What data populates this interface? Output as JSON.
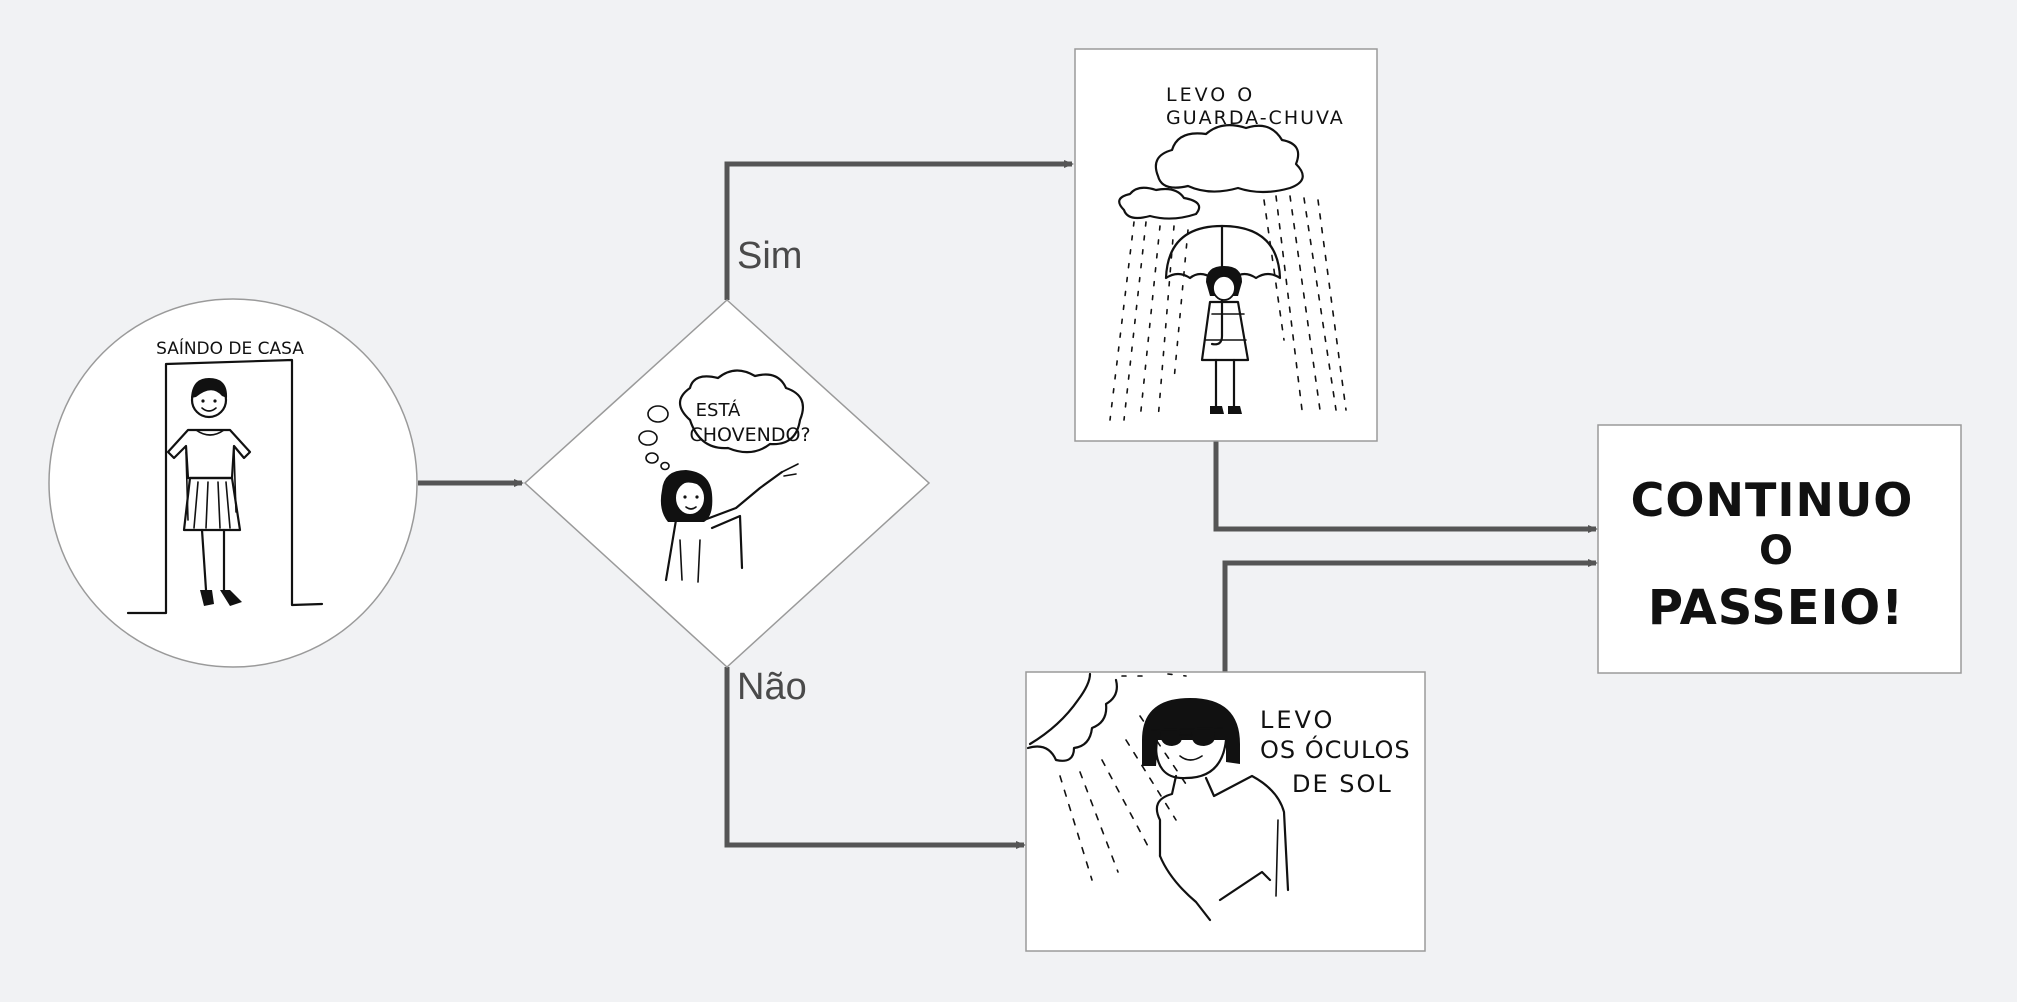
{
  "nodes": {
    "start": {
      "caption": "SAÍNDO DE CASA"
    },
    "decision": {
      "caption_line1": "ESTÁ",
      "caption_line2": "CHOVENDO?"
    },
    "umbrella": {
      "caption_line1": "LEVO O",
      "caption_line2": "GUARDA-CHUVA"
    },
    "sunglasses": {
      "caption_line1": "LEVO",
      "caption_line2": "OS ÓCULOS",
      "caption_line3": "DE SOL"
    },
    "end": {
      "caption_line1": "CONTINUO",
      "caption_line2": "O",
      "caption_line3": "PASSEIO!"
    }
  },
  "edges": {
    "yes_label": "Sim",
    "no_label": "Não"
  },
  "colors": {
    "background": "#f1f2f4",
    "connector": "#555555",
    "node_fill": "#ffffff",
    "node_border": "#9a9a9a"
  }
}
